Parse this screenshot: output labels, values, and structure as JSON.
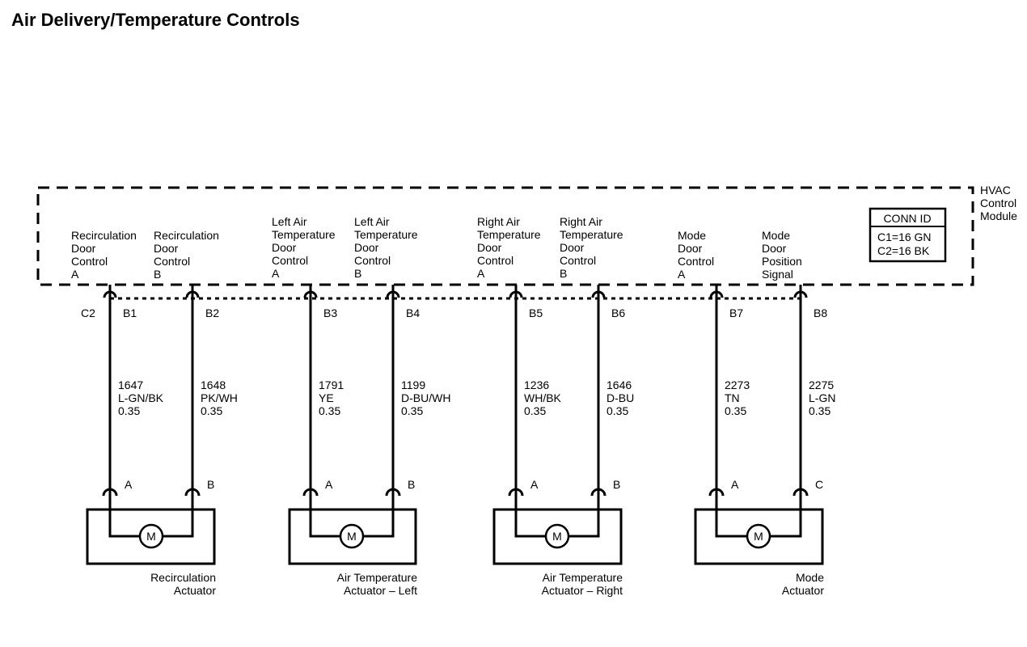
{
  "title": "Air Delivery/Temperature Controls",
  "module": {
    "name_lines": [
      "HVAC",
      "Control",
      "Module"
    ],
    "connector_label": "C2",
    "conn_id": {
      "header": "CONN ID",
      "lines": [
        "C1=16 GN",
        "C2=16 BK"
      ]
    }
  },
  "circuits": [
    {
      "function_lines": [
        "Recirculation",
        "Door",
        "Control",
        "A"
      ],
      "cavity": "B1",
      "circuit": "1647",
      "color": "L-GN/BK",
      "gauge": "0.35",
      "actuator_pin": "A"
    },
    {
      "function_lines": [
        "Recirculation",
        "Door",
        "Control",
        "B"
      ],
      "cavity": "B2",
      "circuit": "1648",
      "color": "PK/WH",
      "gauge": "0.35",
      "actuator_pin": "B"
    },
    {
      "function_lines": [
        "Left Air",
        "Temperature",
        "Door",
        "Control",
        "A"
      ],
      "cavity": "B3",
      "circuit": "1791",
      "color": "YE",
      "gauge": "0.35",
      "actuator_pin": "A"
    },
    {
      "function_lines": [
        "Left Air",
        "Temperature",
        "Door",
        "Control",
        "B"
      ],
      "cavity": "B4",
      "circuit": "1199",
      "color": "D-BU/WH",
      "gauge": "0.35",
      "actuator_pin": "B"
    },
    {
      "function_lines": [
        "Right Air",
        "Temperature",
        "Door",
        "Control",
        "A"
      ],
      "cavity": "B5",
      "circuit": "1236",
      "color": "WH/BK",
      "gauge": "0.35",
      "actuator_pin": "A"
    },
    {
      "function_lines": [
        "Right Air",
        "Temperature",
        "Door",
        "Control",
        "B"
      ],
      "cavity": "B6",
      "circuit": "1646",
      "color": "D-BU",
      "gauge": "0.35",
      "actuator_pin": "B"
    },
    {
      "function_lines": [
        "Mode",
        "Door",
        "Control",
        "A"
      ],
      "cavity": "B7",
      "circuit": "2273",
      "color": "TN",
      "gauge": "0.35",
      "actuator_pin": "A"
    },
    {
      "function_lines": [
        "Mode",
        "Door",
        "Position",
        "Signal"
      ],
      "cavity": "B8",
      "circuit": "2275",
      "color": "L-GN",
      "gauge": "0.35",
      "actuator_pin": "C"
    }
  ],
  "actuators": [
    {
      "name_lines": [
        "Recirculation",
        "Actuator"
      ],
      "motor": "M"
    },
    {
      "name_lines": [
        "Air Temperature",
        "Actuator – Left"
      ],
      "motor": "M"
    },
    {
      "name_lines": [
        "Air Temperature",
        "Actuator – Right"
      ],
      "motor": "M"
    },
    {
      "name_lines": [
        "Mode",
        "Actuator"
      ],
      "motor": "M"
    }
  ]
}
